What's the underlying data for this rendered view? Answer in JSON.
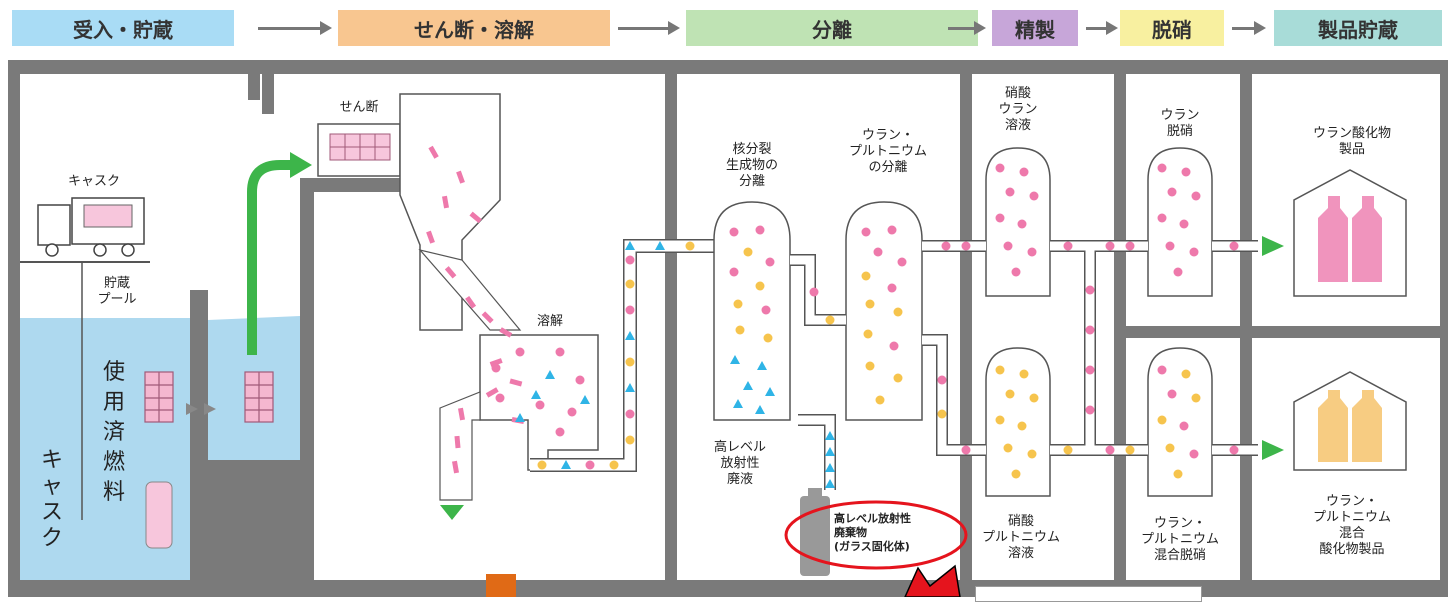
{
  "stages": {
    "receiving": "受入・貯蔵",
    "shearing": "せん断・溶解",
    "separation": "分離",
    "purification": "精製",
    "denitration": "脱硝",
    "storage": "製品貯蔵"
  },
  "labels": {
    "shear": "せん断",
    "cask": "キャスク",
    "pool": "貯蔵\nプール",
    "spent_fuel": "使用済燃料",
    "cask_vertical": "キャスク",
    "dissolve": "溶解",
    "fp_separation": "核分裂\n生成物の\n分離",
    "u_pu_separation": "ウラン・\nプルトニウム\nの分離",
    "hlw_liquid": "高レベル\n放射性\n廃液",
    "hlw_glass": "高レベル放射性\n廃棄物\n(ガラス固化体)",
    "uranyl_nitrate": "硝酸\nウラン\n溶液",
    "pu_nitrate": "硝酸\nプルトニウム\n溶液",
    "u_denitration": "ウラン\n脱硝",
    "u_pu_denitration": "ウラン・\nプルトニウム\n混合脱硝",
    "u_oxide_product": "ウラン酸化物\n製品",
    "mox_product": "ウラン・\nプルトニウム\n混合\n酸化物製品"
  },
  "colors": {
    "receiving": "#a9dcf5",
    "shearing": "#f8c690",
    "separation": "#bfe3b4",
    "purification": "#c7a6d9",
    "denitration": "#f8f0a0",
    "storage": "#a8dcd8",
    "water": "#aed9ef",
    "pink": "#ee79ab",
    "yellow": "#f6c44d",
    "cyan": "#2fb4e6",
    "green_arrow": "#3db54a",
    "highlight": "#e5141d"
  }
}
